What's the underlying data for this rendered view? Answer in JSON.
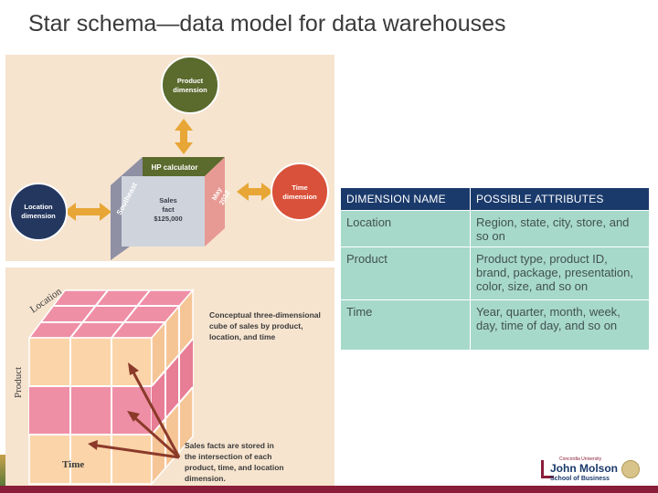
{
  "slide": {
    "title": "Star schema—data model for data warehouses"
  },
  "star_schema": {
    "product_node": [
      "Product",
      "dimension"
    ],
    "location_node": [
      "Location",
      "dimension"
    ],
    "time_node": [
      "Time",
      "dimension"
    ],
    "cube_top": "HP calculator",
    "cube_left": "Southeast",
    "cube_right": [
      "May",
      "2012"
    ],
    "cube_front": [
      "Sales",
      "fact",
      "$125,000"
    ],
    "colors": {
      "product": "#5b6a2d",
      "location": "#24375f",
      "time": "#d9513a",
      "arrow": "#e7a635"
    }
  },
  "cube_diagram": {
    "label_location": "Location",
    "label_product": "Product",
    "label_time": "Time",
    "caption_cube": [
      "Conceptual three-dimensional",
      "cube of sales by product,",
      "location, and time"
    ],
    "caption_facts": [
      "Sales facts are stored in",
      "the intersection of each",
      "product, time, and location",
      "dimension."
    ],
    "colors": {
      "peach": "#fbd5a9",
      "pink": "#ef8fa6",
      "arrow": "#8b3a2a"
    }
  },
  "dimension_table": {
    "headers": [
      "DIMENSION NAME",
      "POSSIBLE ATTRIBUTES"
    ],
    "rows": [
      {
        "name": "Location",
        "attributes": [
          "Region, state, city, store, and",
          "so on"
        ]
      },
      {
        "name": "Product",
        "attributes": [
          "Product type, product ID,",
          "brand, package, presentation,",
          "color, size, and so on"
        ]
      },
      {
        "name": "Time",
        "attributes": [
          "Year, quarter, month, week,",
          "day, time of day, and so on"
        ]
      }
    ]
  },
  "footer": {
    "logo_top": "Concordia University",
    "logo_name": "John Molson",
    "logo_sub": "School of Business"
  }
}
